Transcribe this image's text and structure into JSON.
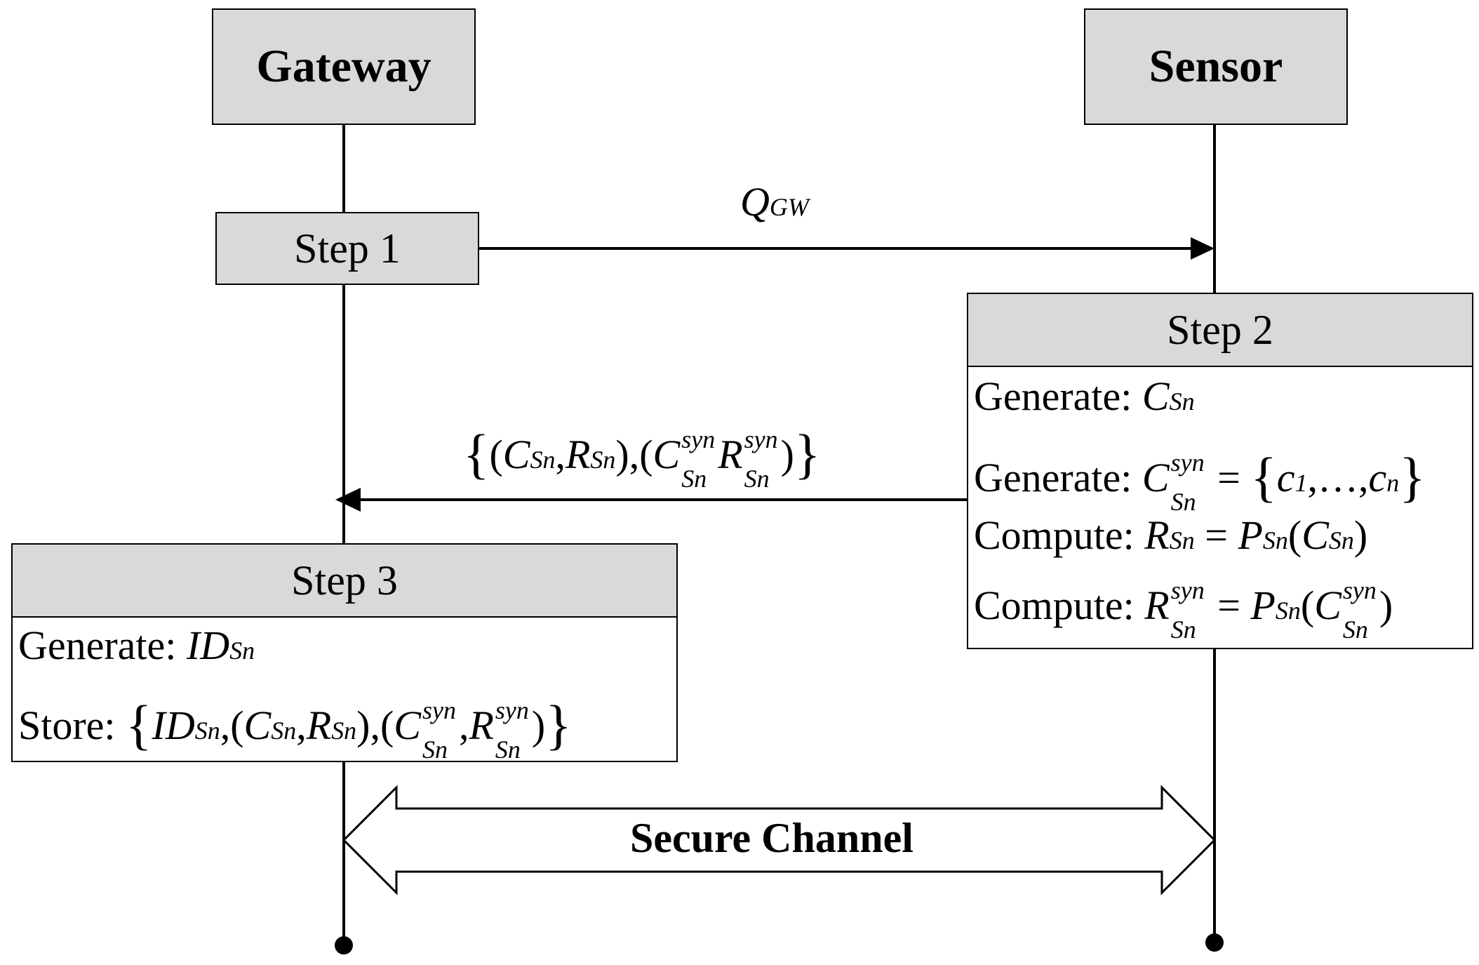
{
  "actors": {
    "gateway": "Gateway",
    "sensor": "Sensor"
  },
  "steps": {
    "step1": "Step 1",
    "step2": "Step 2",
    "step3": "Step 3"
  },
  "messages": {
    "q": {
      "main": "Q",
      "sub": "GW"
    },
    "reply": {
      "brace_open": "{",
      "brace_close": "}",
      "C": "C",
      "R": "R",
      "Sn": "Sn",
      "syn": "syn"
    },
    "secure_channel": "Secure Channel"
  },
  "step2_lines": {
    "generate": "Generate:",
    "compute": "Compute:",
    "C": "C",
    "R": "R",
    "P": "P",
    "Sn": "Sn",
    "syn": "syn",
    "c": "c",
    "one": "1",
    "n": "n",
    "ellipsis": "…",
    "eq": "="
  },
  "step3_lines": {
    "generate": "Generate:",
    "store": "Store:",
    "ID": "ID",
    "C": "C",
    "R": "R",
    "Sn": "Sn",
    "syn": "syn"
  },
  "colors": {
    "box_fill": "#d9d9d9",
    "line": "#000000"
  }
}
